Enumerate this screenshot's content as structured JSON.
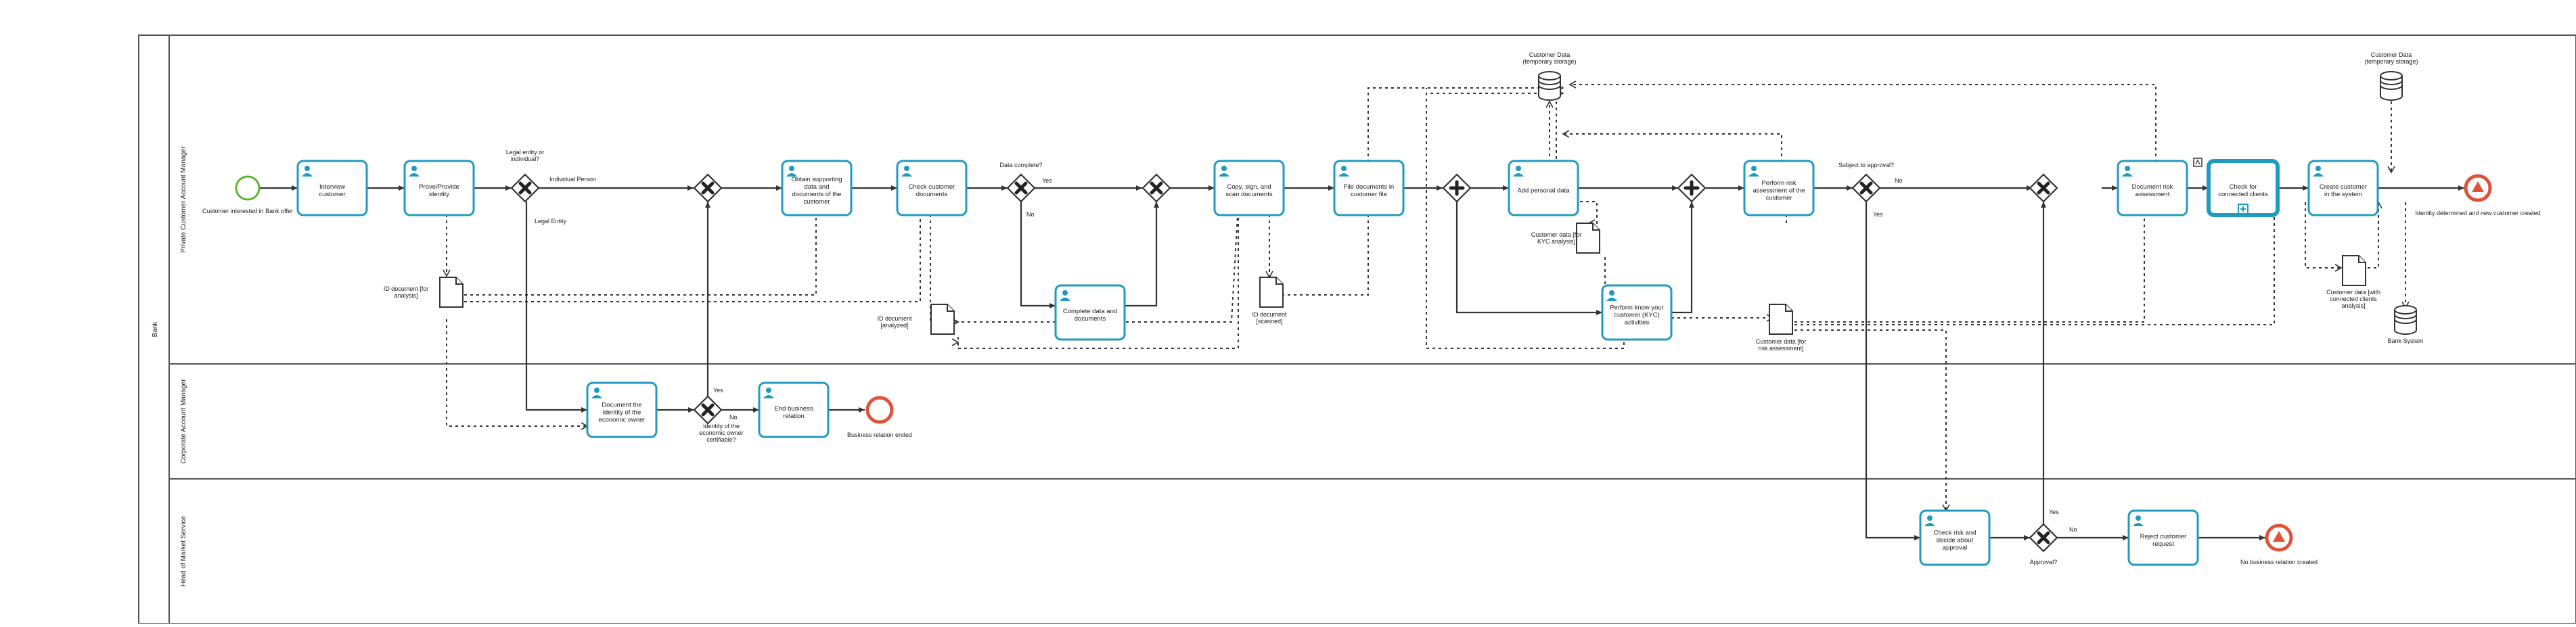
{
  "pool": {
    "label": "Bank"
  },
  "lanes": [
    {
      "id": "lane-private",
      "label": "Private Customer Account Manager"
    },
    {
      "id": "lane-corporate",
      "label": "Corporate Account Manager"
    },
    {
      "id": "lane-head",
      "label": "Head of Market Service"
    }
  ],
  "tasks": [
    {
      "id": "t-interview",
      "label": "Interview customer"
    },
    {
      "id": "t-prove",
      "label": "Prove/Provide identity"
    },
    {
      "id": "t-obtain",
      "label": "Obtain supporting data and documents of the customer"
    },
    {
      "id": "t-check-docs",
      "label": "Check customer documents"
    },
    {
      "id": "t-complete",
      "label": "Complete data and documents"
    },
    {
      "id": "t-copy",
      "label": "Copy, sign, and scan documents"
    },
    {
      "id": "t-file",
      "label": "File documents in customer file"
    },
    {
      "id": "t-add-personal",
      "label": "Add personal data"
    },
    {
      "id": "t-kyc",
      "label": "Perform know your customer (KYC) activities"
    },
    {
      "id": "t-risk-assess",
      "label": "Perform risk assessment of the customer"
    },
    {
      "id": "t-doc-risk",
      "label": "Document risk assessment"
    },
    {
      "id": "t-check-connected",
      "label": "Check for connected clients"
    },
    {
      "id": "t-create",
      "label": "Create customer in the system"
    },
    {
      "id": "t-doc-identity",
      "label": "Document the identity of the economic owner"
    },
    {
      "id": "t-end-relation",
      "label": "End business relation"
    },
    {
      "id": "t-check-risk",
      "label": "Check risk and decide about approval"
    },
    {
      "id": "t-reject",
      "label": "Reject customer request"
    }
  ],
  "events": [
    {
      "id": "e-start",
      "label": "Customer interested in Bank offer"
    },
    {
      "id": "e-end-created",
      "label": "Identity determined and new customer created"
    },
    {
      "id": "e-end-ended",
      "label": "Business relation ended"
    },
    {
      "id": "e-end-nocreated",
      "label": "No business relation created"
    }
  ],
  "gateways": [
    {
      "id": "g-legal",
      "label": "Legal entity or individual?"
    },
    {
      "id": "g-merge1",
      "label": ""
    },
    {
      "id": "g-complete",
      "label": "Data complete?"
    },
    {
      "id": "g-merge2",
      "label": ""
    },
    {
      "id": "g-par-split",
      "label": ""
    },
    {
      "id": "g-par-join",
      "label": ""
    },
    {
      "id": "g-approval",
      "label": "Subject to approval?"
    },
    {
      "id": "g-merge3",
      "label": ""
    },
    {
      "id": "g-certifiable",
      "label": "Identity of the economic owner certifiable?"
    },
    {
      "id": "g-approve",
      "label": "Approval?"
    }
  ],
  "flow_labels": {
    "individual": "Individual Person",
    "legal": "Legal Entity",
    "complete_yes": "Yes",
    "complete_no": "No",
    "approval_no": "No",
    "approval_yes": "Yes",
    "cert_yes": "Yes",
    "cert_no": "No",
    "approve_yes": "Yes",
    "approve_no": "No"
  },
  "data_objects": [
    {
      "id": "d-id-analysis",
      "label": "ID document [for analysis]"
    },
    {
      "id": "d-id-analyzed",
      "label": "ID document [analyzed]"
    },
    {
      "id": "d-id-scanned",
      "label": "ID document [scanned]"
    },
    {
      "id": "d-kyc",
      "label": "Customer data [for KYC analysis]"
    },
    {
      "id": "d-risk",
      "label": "Customer data [for risk assessment]"
    },
    {
      "id": "d-connected",
      "label": "Customer data [with connected clients analysis]"
    }
  ],
  "data_stores": [
    {
      "id": "s-temp1",
      "label": "Customer Data (temporary storage)"
    },
    {
      "id": "s-temp2",
      "label": "Customer Data (temporary storage)"
    },
    {
      "id": "s-bank",
      "label": "Bank System"
    }
  ],
  "colors": {
    "task_border": "#1f9bbf",
    "user_icon": "#1f9bbf",
    "start_event": "#5cb531",
    "end_event": "#e0533b"
  },
  "icons": {
    "task": "user-icon",
    "subprocess": "plus-icon",
    "annotation": "info-icon"
  }
}
